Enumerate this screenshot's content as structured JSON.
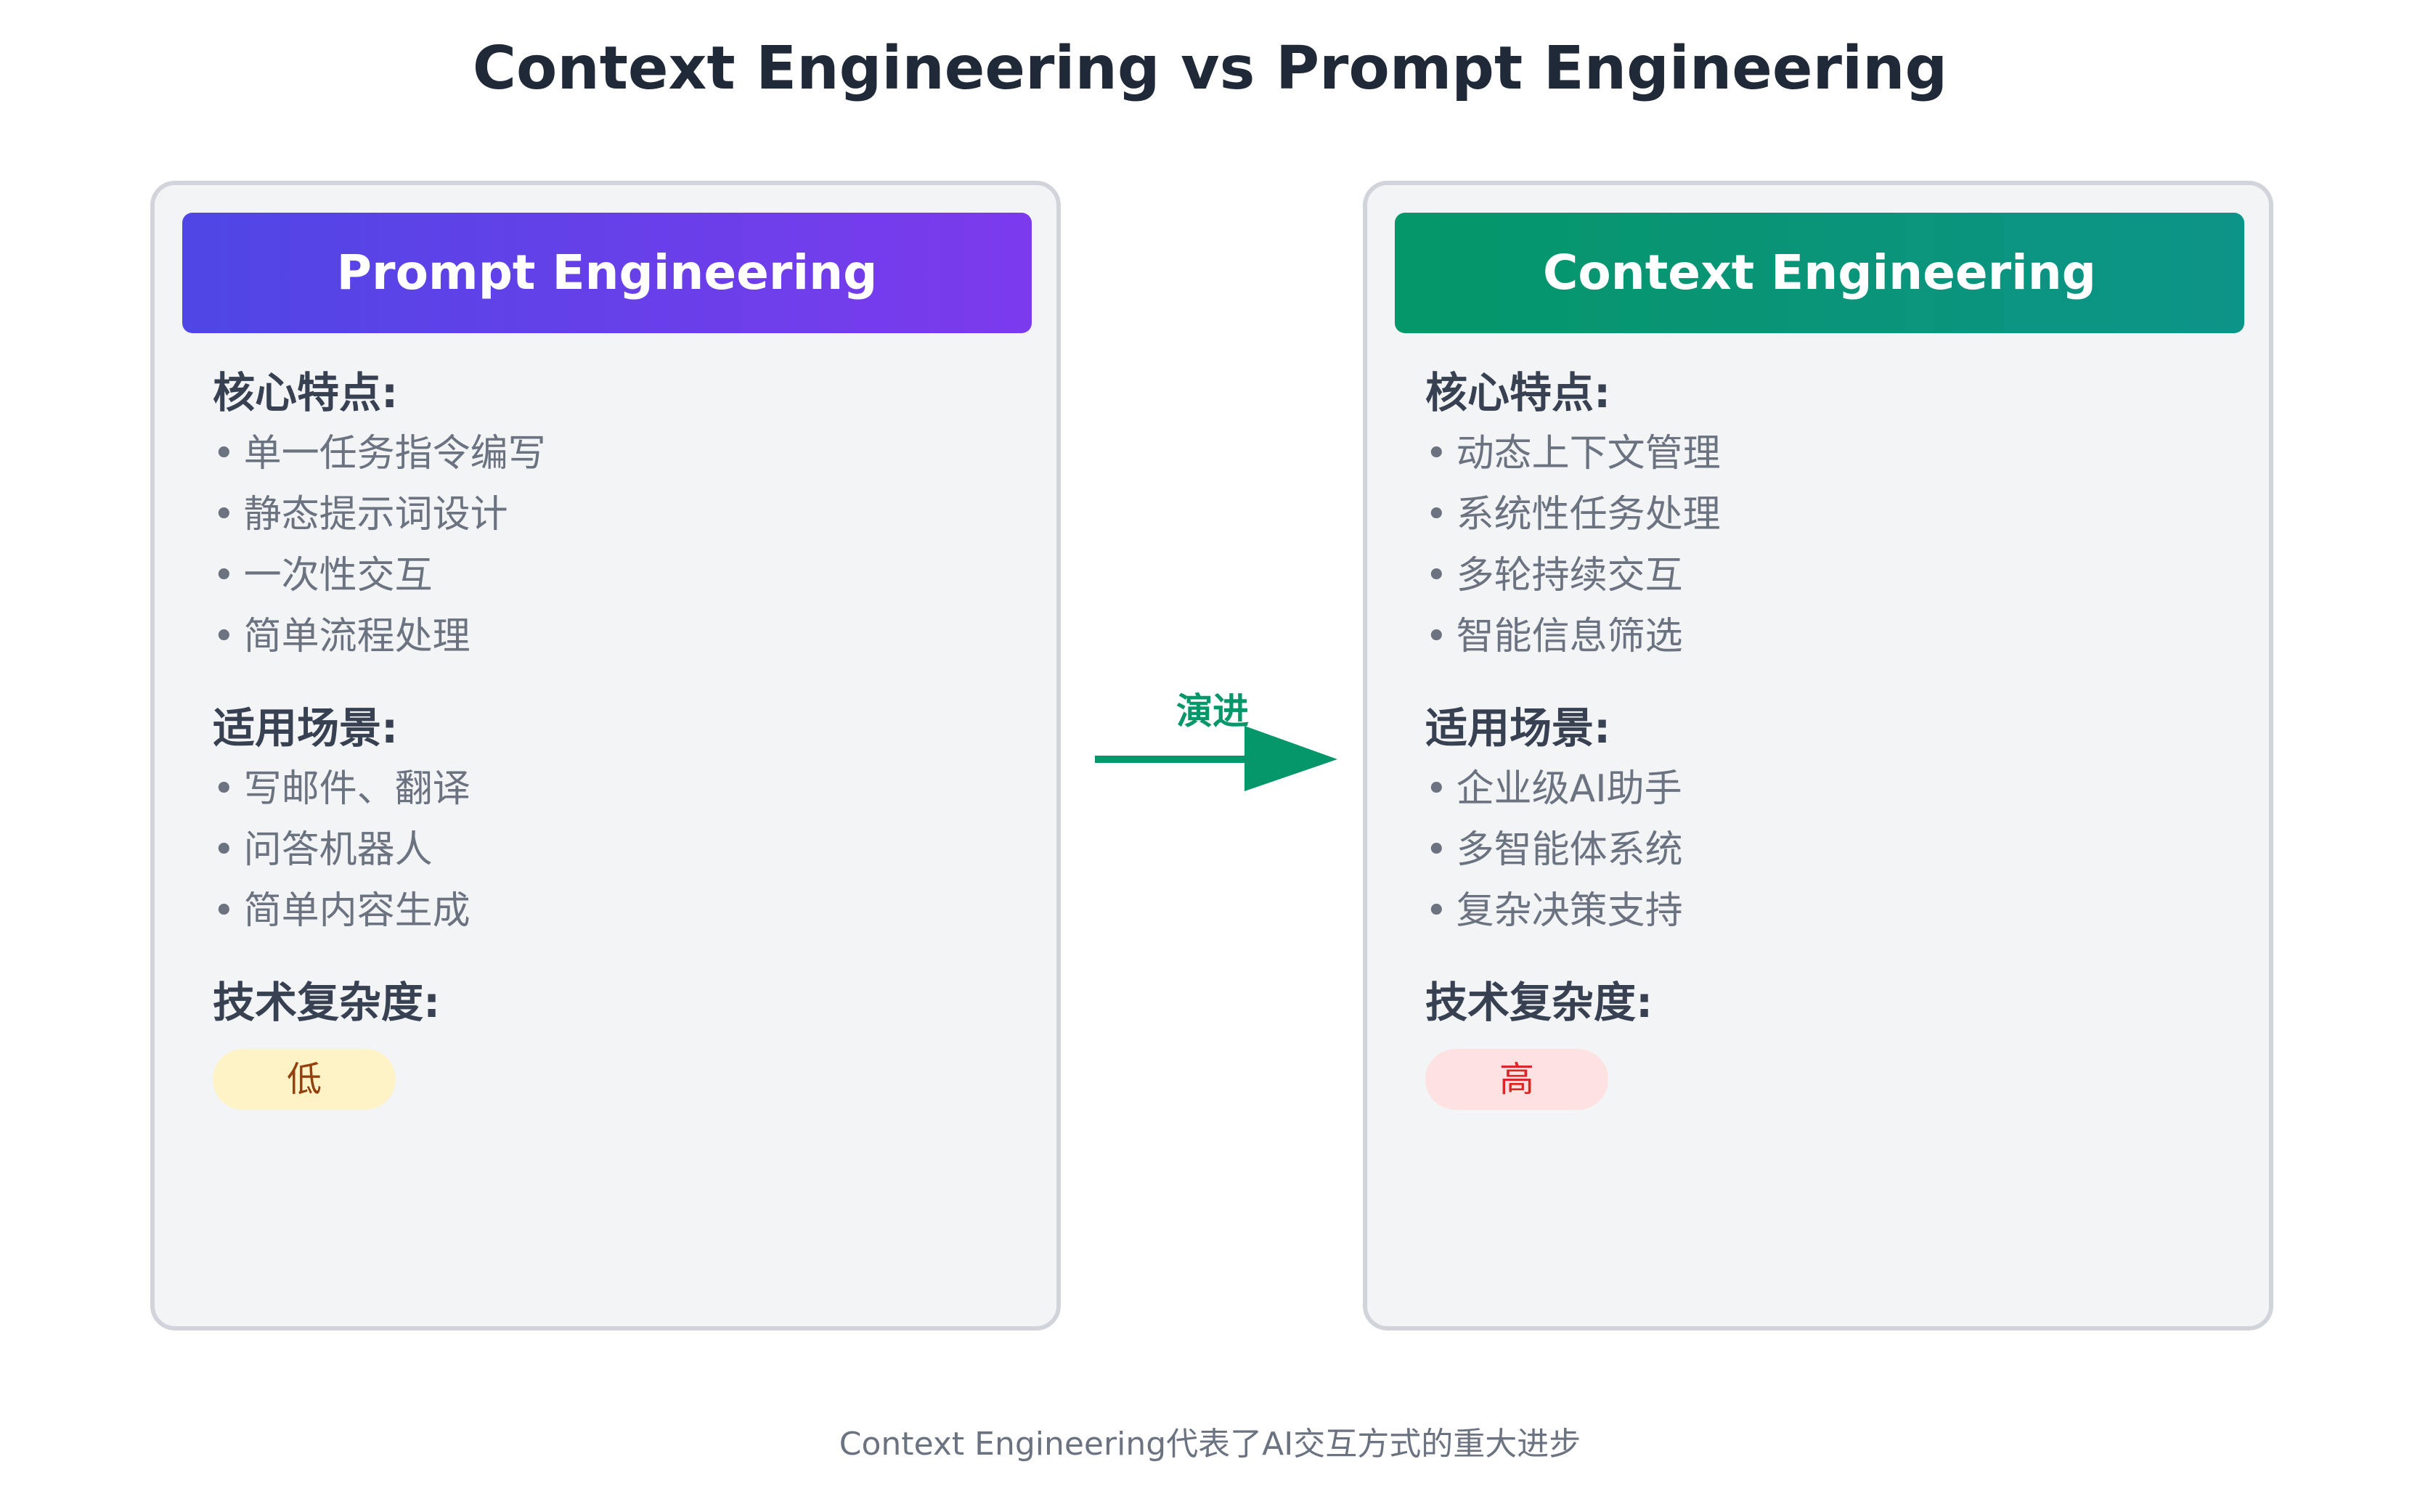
{
  "title": "Context Engineering vs Prompt Engineering",
  "arrow_label": "演进",
  "footer": "Context Engineering代表了AI交互方式的重大进步",
  "left_card": {
    "header": "Prompt Engineering",
    "core_title": "核心特点:",
    "core_items": [
      "单一任务指令编写",
      "静态提示词设计",
      "一次性交互",
      "简单流程处理"
    ],
    "scenario_title": "适用场景:",
    "scenario_items": [
      "写邮件、翻译",
      "问答机器人",
      "简单内容生成"
    ],
    "complexity_title": "技术复杂度:",
    "complexity_value": "低"
  },
  "right_card": {
    "header": "Context Engineering",
    "core_title": "核心特点:",
    "core_items": [
      "动态上下文管理",
      "系统性任务处理",
      "多轮持续交互",
      "智能信息筛选"
    ],
    "scenario_title": "适用场景:",
    "scenario_items": [
      "企业级AI助手",
      "多智能体系统",
      "复杂决策支持"
    ],
    "complexity_title": "技术复杂度:",
    "complexity_value": "高"
  },
  "colors": {
    "left_header_start": "#4f46e5",
    "left_header_end": "#7c3aed",
    "right_header_start": "#059669",
    "right_header_end": "#0d9488",
    "arrow": "#059669",
    "badge_low_bg": "#fef3c7",
    "badge_high_bg": "#fee2e2"
  }
}
